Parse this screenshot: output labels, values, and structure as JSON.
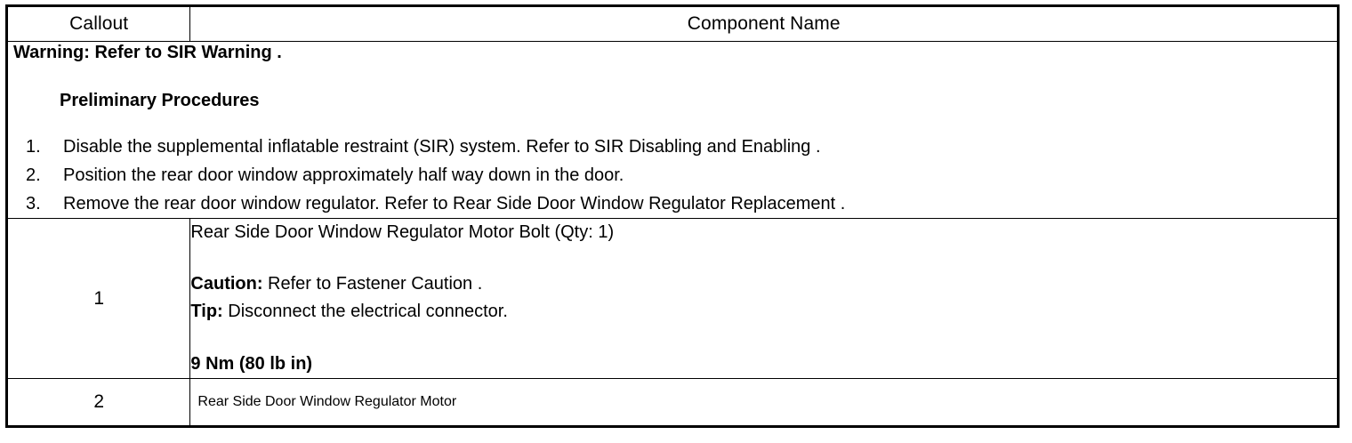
{
  "table": {
    "headers": {
      "callout": "Callout",
      "component_name": "Component Name"
    },
    "warning_row": {
      "warning_text": "Warning: Refer to SIR Warning .",
      "preliminary_heading": "Preliminary Procedures",
      "steps": [
        {
          "number": "1.",
          "text": "Disable the supplemental inflatable restraint (SIR) system. Refer to SIR Disabling and Enabling ."
        },
        {
          "number": "2.",
          "text": "Position the rear door window approximately half way down in the door."
        },
        {
          "number": "3.",
          "text": "Remove the rear door window regulator. Refer to Rear Side Door Window Regulator Replacement ."
        }
      ]
    },
    "rows": [
      {
        "callout": "1",
        "component": "Rear Side Door Window Regulator Motor Bolt (Qty: 1)",
        "caution_label": "Caution:",
        "caution_text": " Refer to Fastener Caution .",
        "tip_label": "Tip:",
        "tip_text": " Disconnect the electrical connector.",
        "torque": "9 Nm (80 lb in)"
      },
      {
        "callout": "2",
        "component": "Rear Side Door Window Regulator Motor"
      }
    ]
  },
  "colors": {
    "border": "#000000",
    "background": "#ffffff",
    "text": "#000000"
  }
}
